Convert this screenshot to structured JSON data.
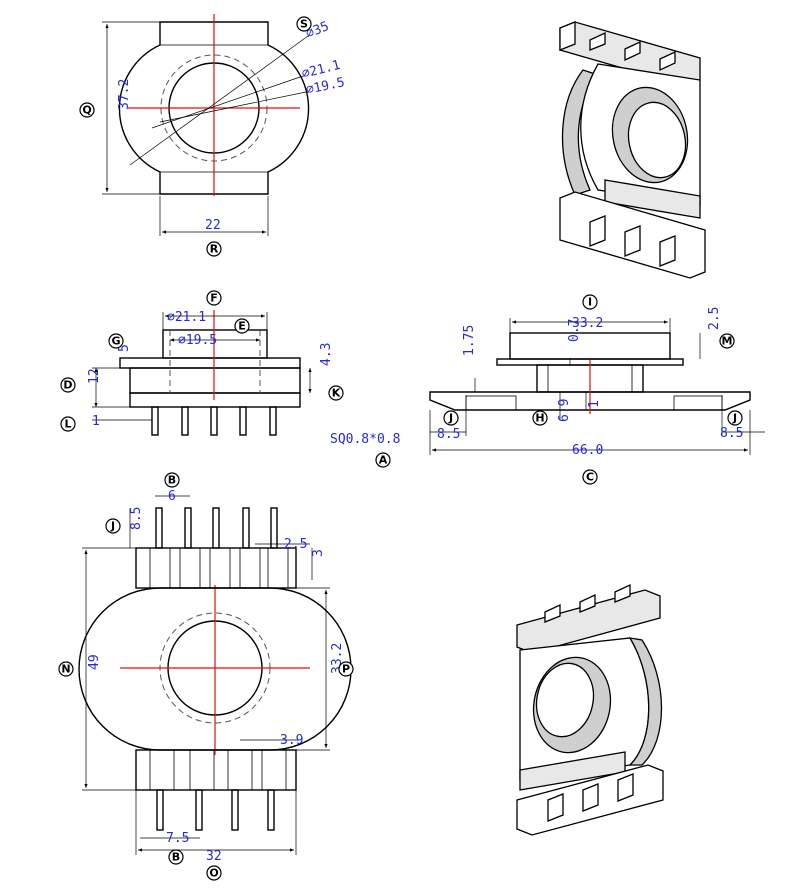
{
  "dimensions": {
    "top_height": "37.2",
    "top_width": "22",
    "dia_35": "⌀35",
    "dia_211_top": "⌀21.1",
    "dia_195_top": "⌀19.5",
    "side_dia_211": "⌀21.1",
    "side_dia_195": "⌀19.5",
    "side_5": "5",
    "side_12": "12",
    "side_1": "1",
    "side_43": "4.3",
    "front_332": "33.2",
    "front_25": "2.5",
    "front_07": "0.7",
    "front_175": "1.75",
    "front_69": "6.9",
    "front_1": "1",
    "front_85_left": "8.5",
    "front_85_right": "8.5",
    "front_66": "66.0",
    "front_sq": "SQ0.8*0.8",
    "bot_6": "6",
    "bot_85": "8.5",
    "bot_25": "2.5",
    "bot_3": "3",
    "bot_49": "49",
    "bot_332": "33.2",
    "bot_39": "3.9",
    "bot_75": "7.5",
    "bot_32": "32"
  },
  "labels": {
    "Q": "Q",
    "S": "S",
    "R": "R",
    "F": "F",
    "E": "E",
    "G": "G",
    "D": "D",
    "L": "L",
    "K": "K",
    "I": "I",
    "M": "M",
    "J1": "J",
    "H": "H",
    "J2": "J",
    "A": "A",
    "C": "C",
    "B1": "B",
    "J3": "J",
    "N": "N",
    "P": "P",
    "B2": "B",
    "O": "O"
  }
}
